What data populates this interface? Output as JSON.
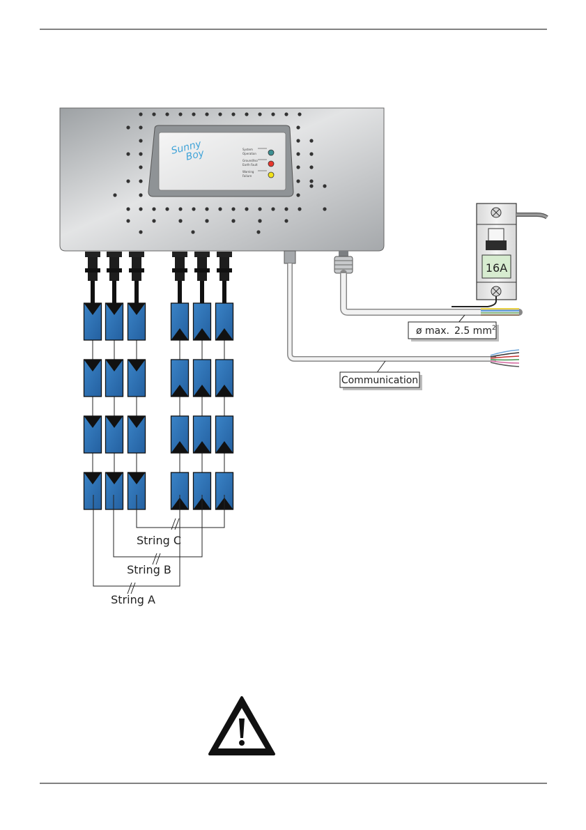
{
  "inverter": {
    "logo_line1": "Sunny",
    "logo_line2": "Boy",
    "led_labels": [
      {
        "line1": "System",
        "line2": "Operation",
        "color": "#3d8f92"
      },
      {
        "line1": "Ground/Iso",
        "line2": "Earth Fault",
        "color": "#e8372e"
      },
      {
        "line1": "Warning",
        "line2": "Failure",
        "color": "#f2e21b"
      }
    ]
  },
  "breaker": {
    "rating": "16A"
  },
  "labels": {
    "cable_spec_prefix": "ø max.",
    "cable_spec_value": "2.5 mm",
    "cable_spec_exponent": "2",
    "communication": "Communication",
    "string_a": "String A",
    "string_b": "String B",
    "string_c": "String C"
  },
  "colors": {
    "module_blue": "#2e6eae",
    "module_blue_light": "#3f86c8",
    "housing_gray": "#b9bcbe",
    "warning_triangle": "#111111"
  },
  "icons": {
    "warning": "warning-triangle-icon"
  }
}
